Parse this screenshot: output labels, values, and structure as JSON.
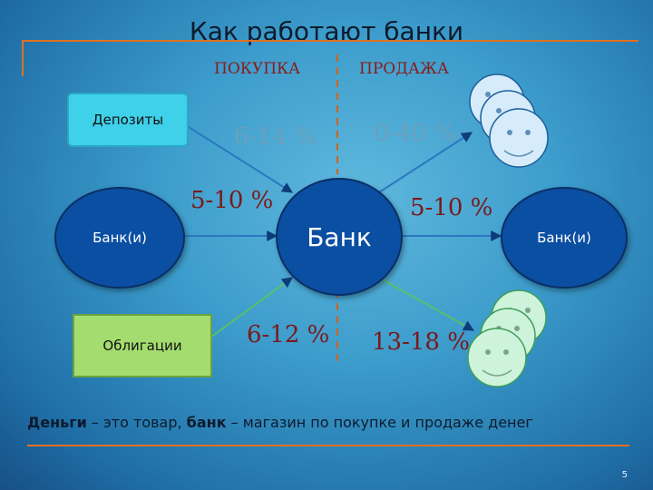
{
  "title": "Как работают банки",
  "headers": {
    "buy": "ПОКУПКА",
    "sell": "ПРОДАЖА"
  },
  "boxes": {
    "deposits": "Депозиты",
    "bonds": "Облигации"
  },
  "circles": {
    "banks_left": "Банк(и)",
    "bank_center": "Банк",
    "banks_right": "Банк(и)"
  },
  "rates": {
    "deposits": "6-14 %",
    "banks_in": "5-10 %",
    "bonds": "6-12 %",
    "people_top": "0-40 %",
    "banks_out": "5-10 %",
    "people_bottom": "13-18 %"
  },
  "caption": {
    "money": "Деньги",
    "part1": " – это товар, ",
    "bank": "банк",
    "part2": " – магазин по покупке и продаже денег"
  },
  "page_number": "5",
  "colors": {
    "orange_line": "#e07020",
    "circle_blue": "#0b4fa3",
    "deposits_box": "#3fd0ea",
    "bonds_box": "#a3dc6f",
    "rate_text": "#7a1a1a",
    "faces_top": "#d6ecfb",
    "faces_bottom": "#cdf3da"
  }
}
